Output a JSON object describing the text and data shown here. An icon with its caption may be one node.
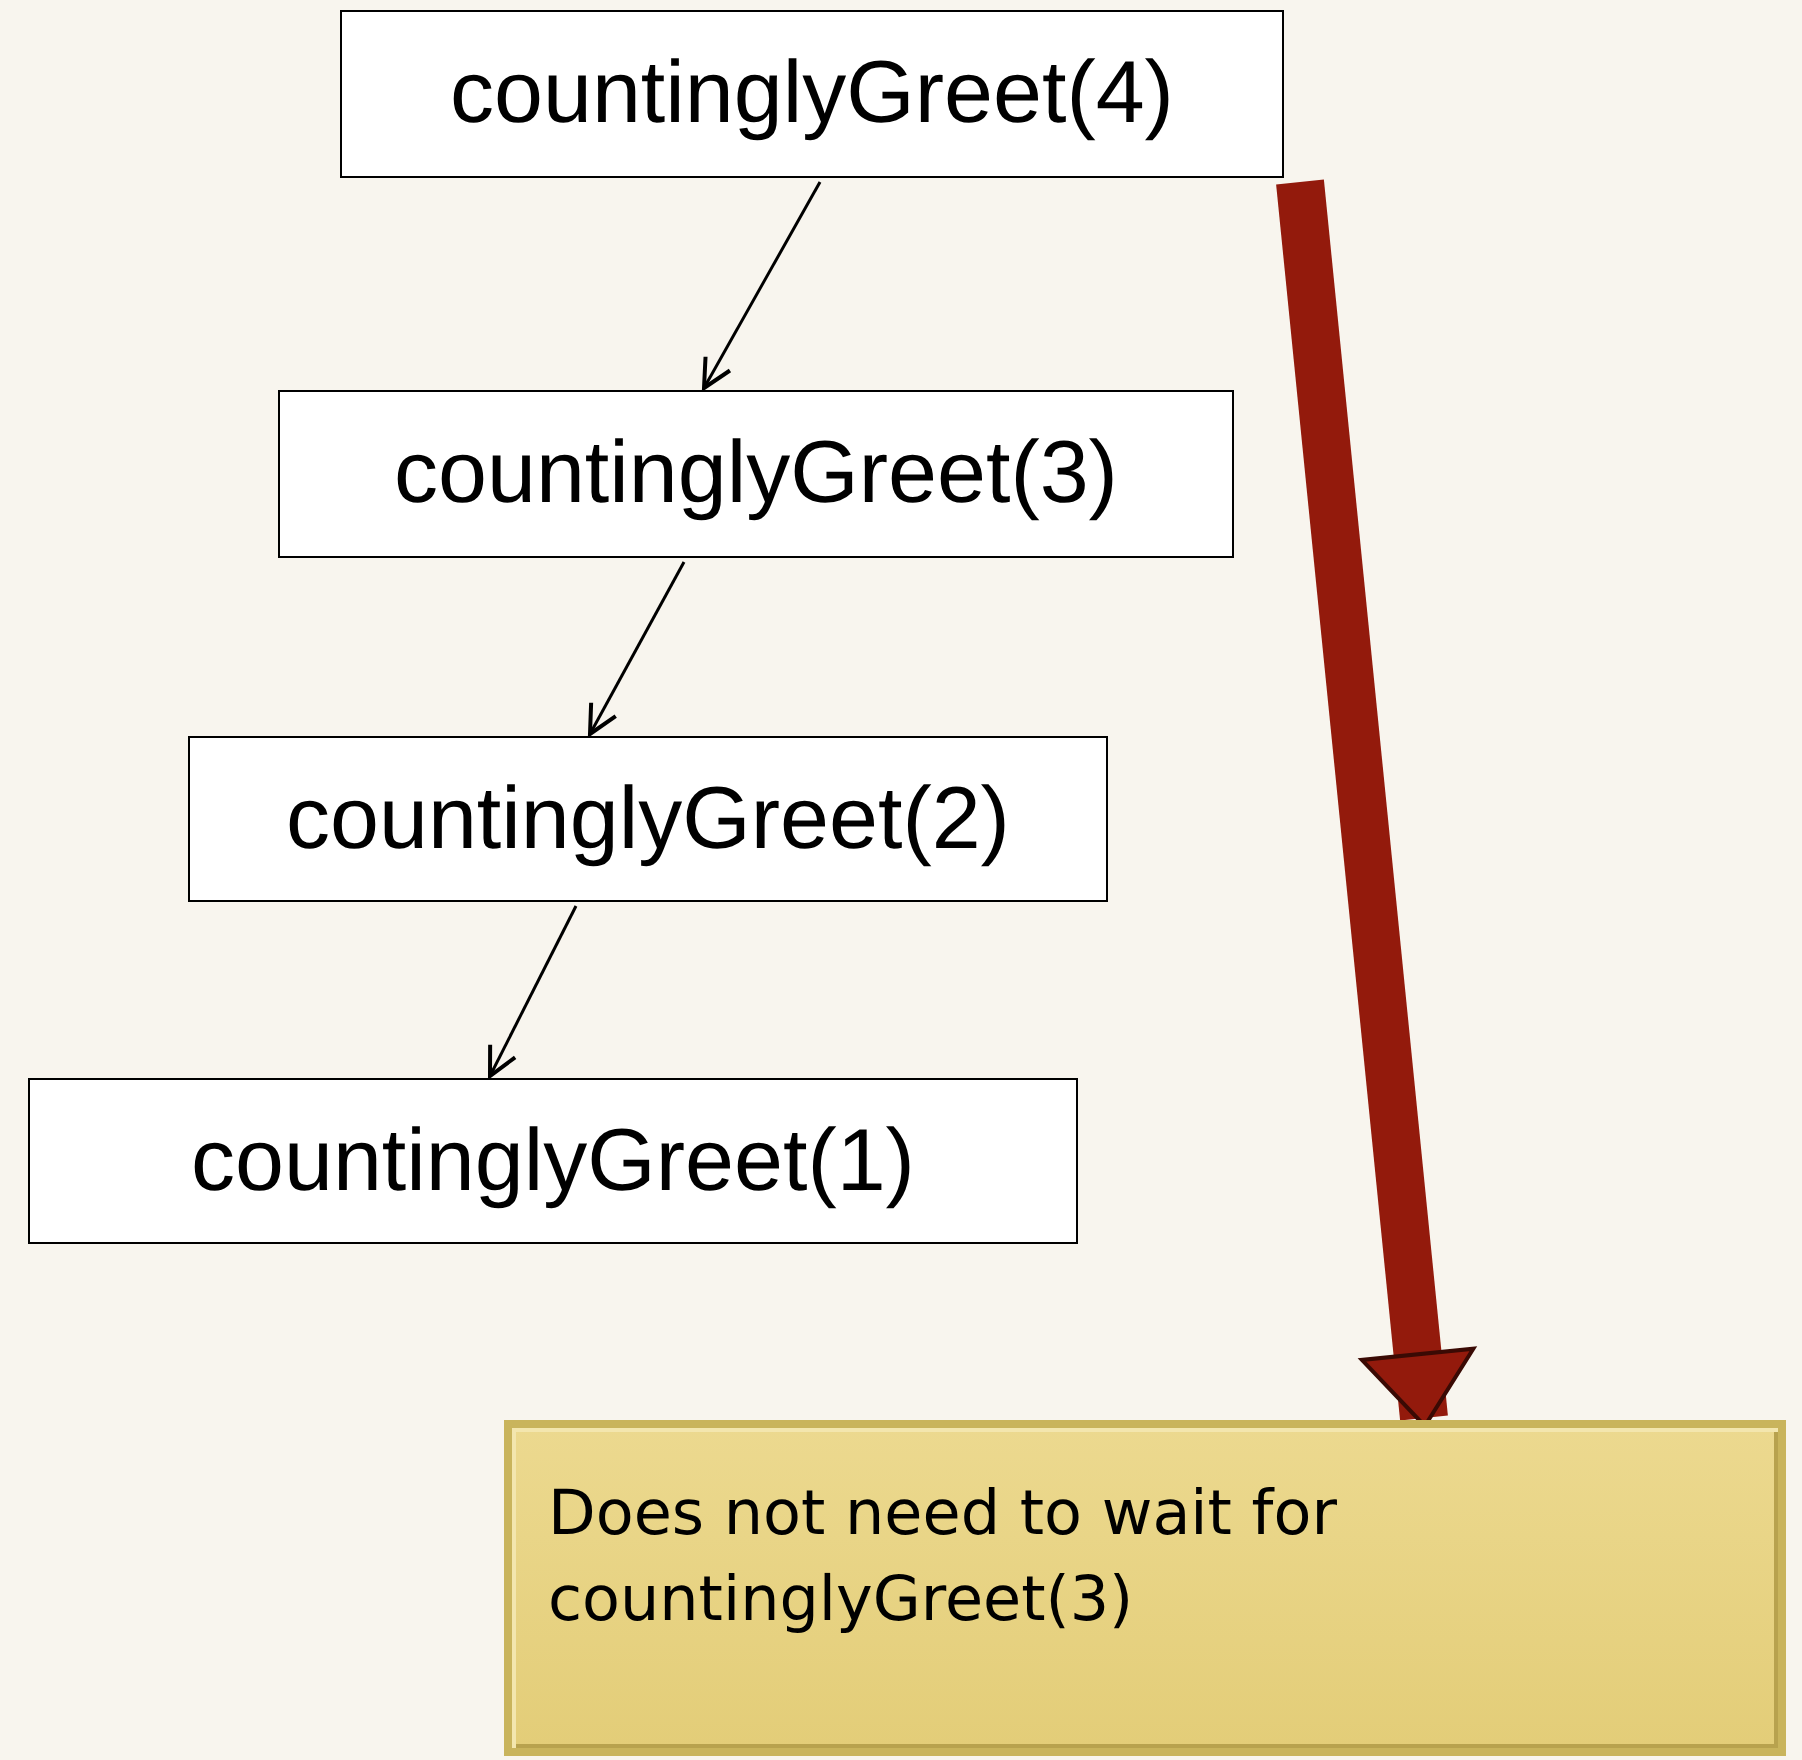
{
  "diagram": {
    "nodes": [
      {
        "text": [
          "countinglyGreet(4)"
        ]
      },
      {
        "text": [
          "countinglyGreet(3)"
        ]
      },
      {
        "text": [
          "countinglyGreet(2)"
        ]
      },
      {
        "text": [
          "countinglyGreet(1)"
        ]
      },
      {
        "text": [
          "Does not need to wait for countinglyGreet(3)"
        ]
      }
    ],
    "edges": [
      {
        "from": 0,
        "to": 1,
        "arrow": "to"
      },
      {
        "from": 1,
        "to": 2,
        "arrow": "to"
      },
      {
        "from": 2,
        "to": 3,
        "arrow": "to"
      },
      {
        "from": 0,
        "to": 4,
        "arrow": "to",
        "style": "thick",
        "color": "#931a0c"
      }
    ]
  }
}
